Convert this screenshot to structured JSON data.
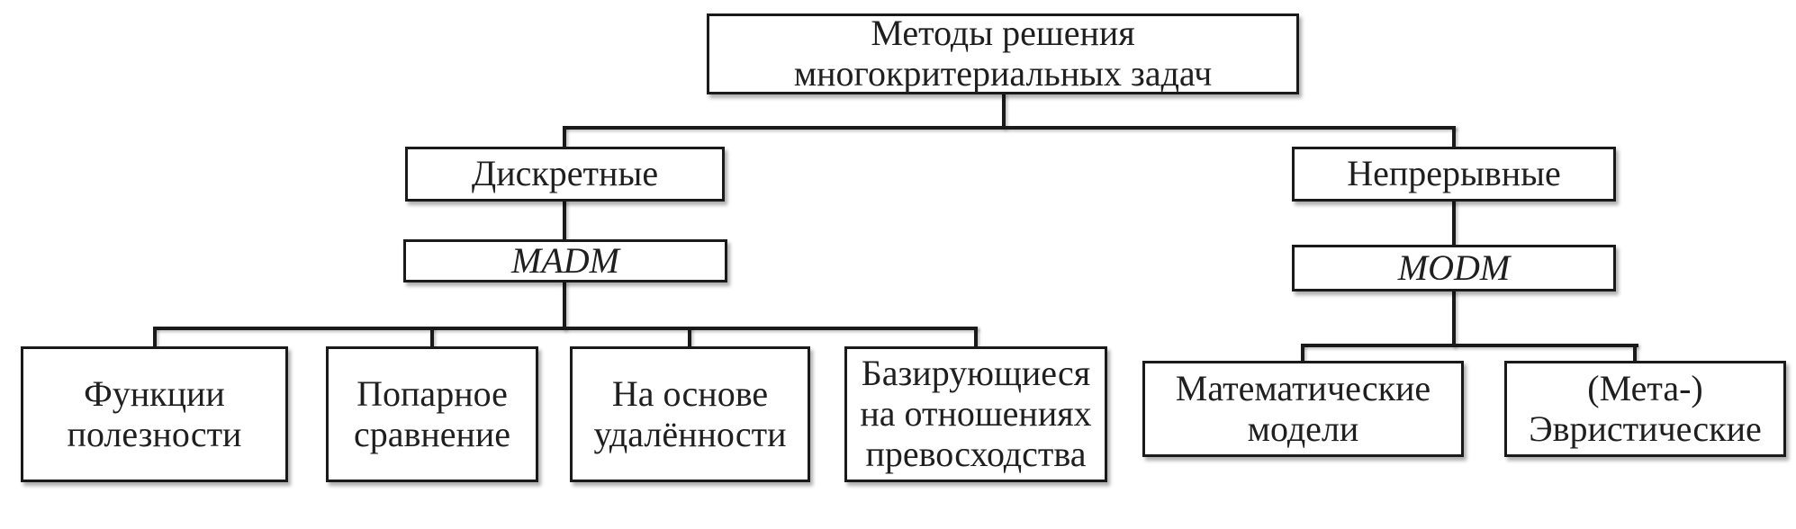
{
  "diagram": {
    "root": {
      "label": "Методы решения\nмногокритериальных задач"
    },
    "left_branch": {
      "label": "Дискретные",
      "method_class": "MADM",
      "children": [
        {
          "label": "Функции\nполезности"
        },
        {
          "label": "Попарное\nсравнение"
        },
        {
          "label": "На основе\nудалённости"
        },
        {
          "label": "Базирующиеся\nна отношениях\nпревосходства"
        }
      ]
    },
    "right_branch": {
      "label": "Непрерывные",
      "method_class": "MODM",
      "children": [
        {
          "label": "Математические\nмодели"
        },
        {
          "label": "(Мета-)\nЭвристические"
        }
      ]
    },
    "colors": {
      "box_border": "#1a1a1a",
      "box_fill": "#ffffff",
      "line": "#1a1a1a",
      "text": "#1f1f1f",
      "background": "#ffffff"
    }
  }
}
